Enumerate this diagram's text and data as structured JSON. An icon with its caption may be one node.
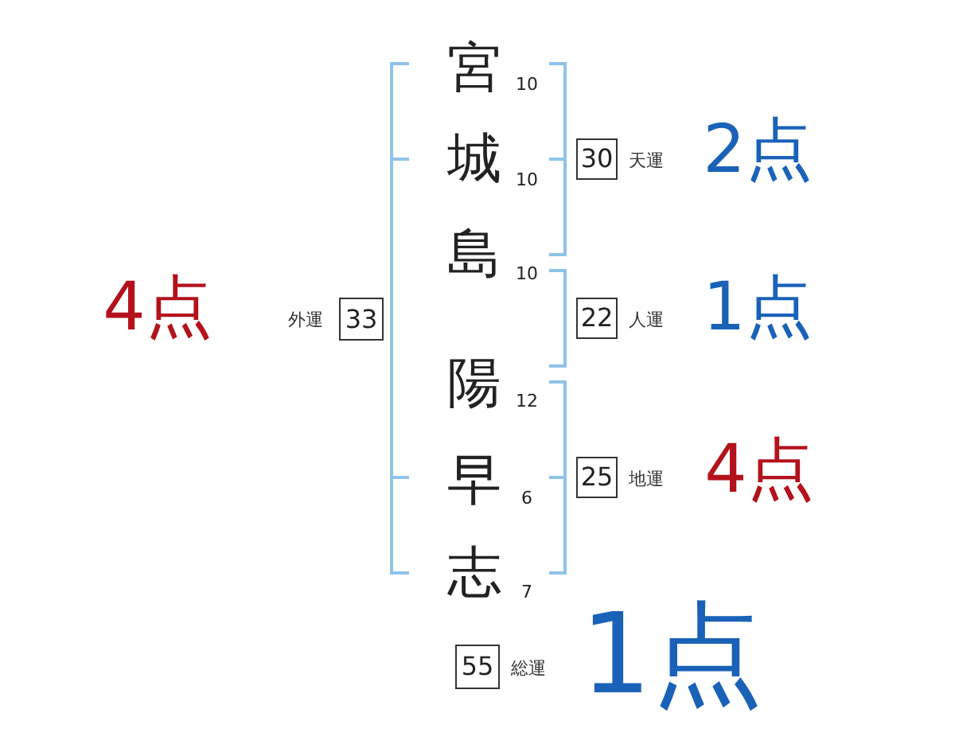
{
  "diagram": {
    "nodes": [
      {
        "text": [
          "33"
        ],
        "beside": [
          "外運"
        ]
      },
      {
        "text": [
          "30"
        ],
        "beside": [
          "天運"
        ]
      },
      {
        "text": [
          "22"
        ],
        "beside": [
          "人運"
        ]
      },
      {
        "text": [
          "25"
        ],
        "beside": [
          "地運"
        ]
      },
      {
        "text": [
          "55"
        ],
        "beside": [
          "総運"
        ]
      }
    ],
    "labels": [
      "宮",
      "10",
      "城",
      "10",
      "島",
      "10",
      "陽",
      "12",
      "早",
      "6",
      "志",
      "7",
      "2点",
      "4点",
      "1点",
      "4点",
      "1点"
    ]
  }
}
